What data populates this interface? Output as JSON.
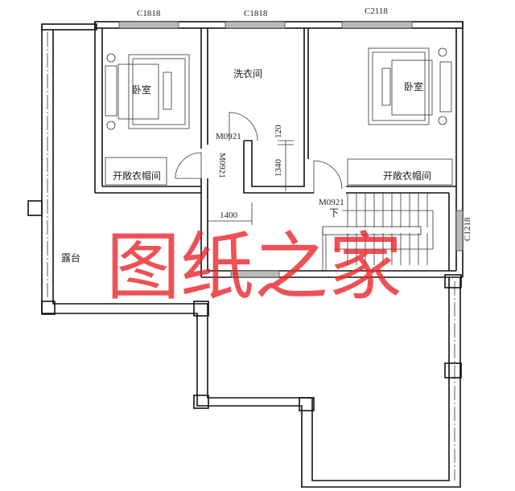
{
  "plan": {
    "windows": {
      "top_left": "C1818",
      "top_middle": "C1818",
      "top_right": "C2118",
      "right_side": "C1218"
    },
    "rooms": {
      "bedroom_left": "卧室",
      "laundry": "洗衣间",
      "bedroom_right": "卧室",
      "closet_left": "开敞衣帽间",
      "closet_right": "开敞衣帽间",
      "terrace": "露台"
    },
    "doors": {
      "laundry_door": "M0921",
      "bedroom_left_door": "M0921",
      "stair_door": "M0921"
    },
    "stair_label": "下",
    "dimensions": {
      "d120": "120",
      "d1340": "1340",
      "d1400": "1400"
    },
    "watermark": "图纸之家",
    "colors": {
      "lines": "#111111",
      "watermark": "#e8252a"
    }
  }
}
